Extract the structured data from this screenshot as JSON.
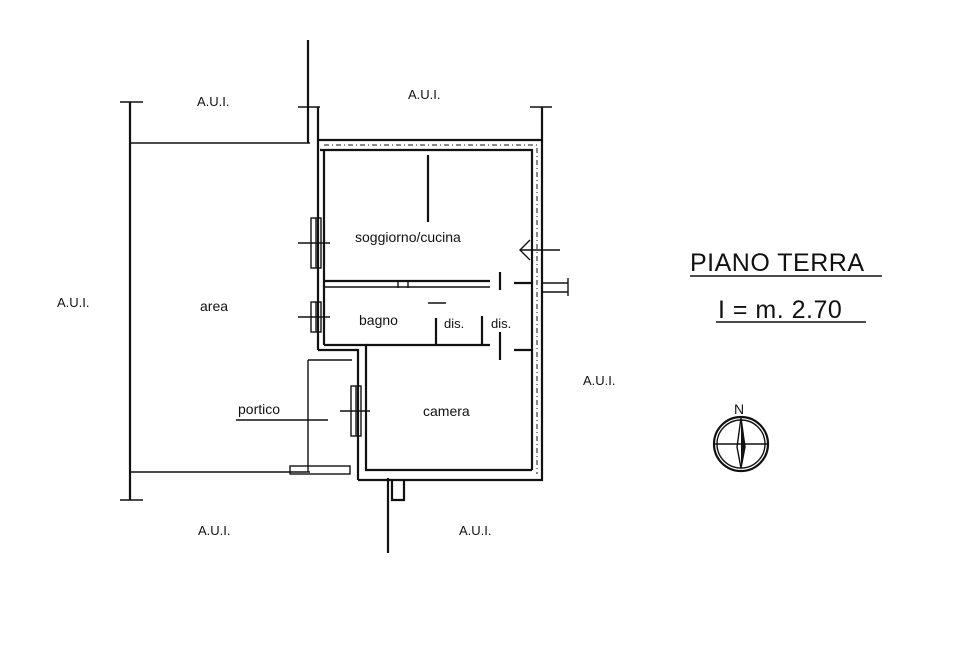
{
  "plan": {
    "title": "PIANO TERRA",
    "height_note": "I = m. 2.70",
    "north_label": "N",
    "rooms": {
      "soggiorno": "soggiorno/cucina",
      "bagno": "bagno",
      "dis1": "dis.",
      "dis2": "dis.",
      "camera": "camera",
      "area": "area",
      "portico": "portico"
    },
    "neighbors": {
      "top_left": "A.U.I.",
      "top_mid": "A.U.I.",
      "left": "A.U.I.",
      "right": "A.U.I.",
      "bottom_left": "A.U.I.",
      "bottom_right": "A.U.I."
    }
  }
}
